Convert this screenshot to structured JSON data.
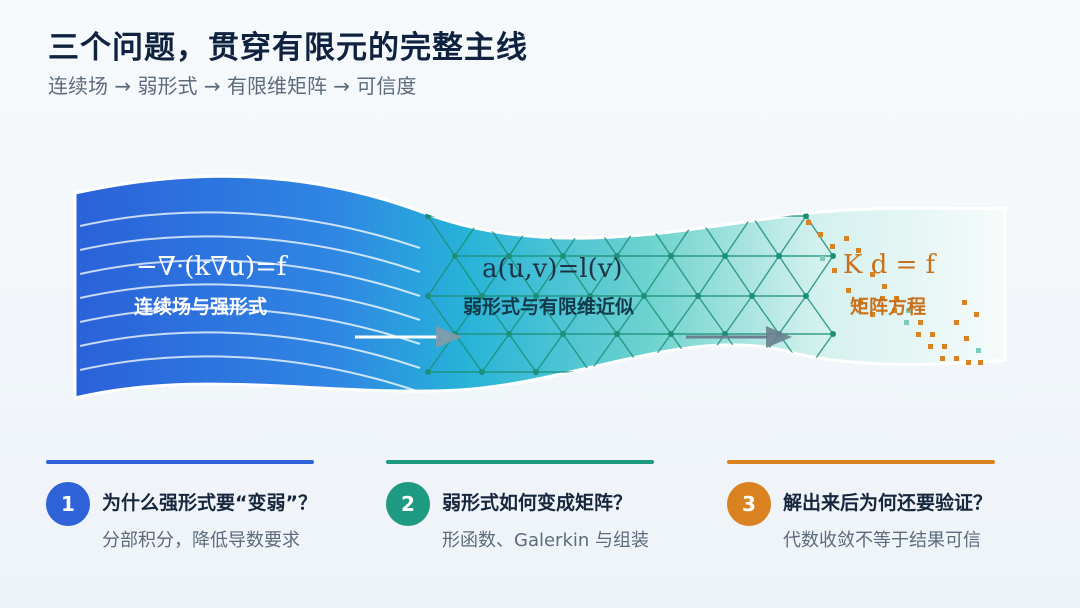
{
  "header": {
    "title": "三个问题，贯穿有限元的完整主线",
    "subtitle": "连续场 → 弱形式 → 有限维矩阵 → 可信度"
  },
  "banner": {
    "stages": [
      {
        "formula": "−∇·(k∇u)=f",
        "label": "连续场与强形式"
      },
      {
        "formula": "a(u,v)=l(v)",
        "label": "弱形式与有限维近似"
      },
      {
        "formula": "K d = f",
        "label": "矩阵方程"
      }
    ]
  },
  "questions": [
    {
      "number": "1",
      "question": "为什么强形式要“变弱”？",
      "detail": "分部积分，降低导数要求"
    },
    {
      "number": "2",
      "question": "弱形式如何变成矩阵？",
      "detail": "形函数、Galerkin 与组装"
    },
    {
      "number": "3",
      "question": "解出来后为何还要验证？",
      "detail": "代数收敛不等于结果可信"
    }
  ],
  "colors": {
    "blue": "#2f62d8",
    "teal": "#1f9a82",
    "orange": "#d9821f",
    "title": "#0f2340"
  }
}
